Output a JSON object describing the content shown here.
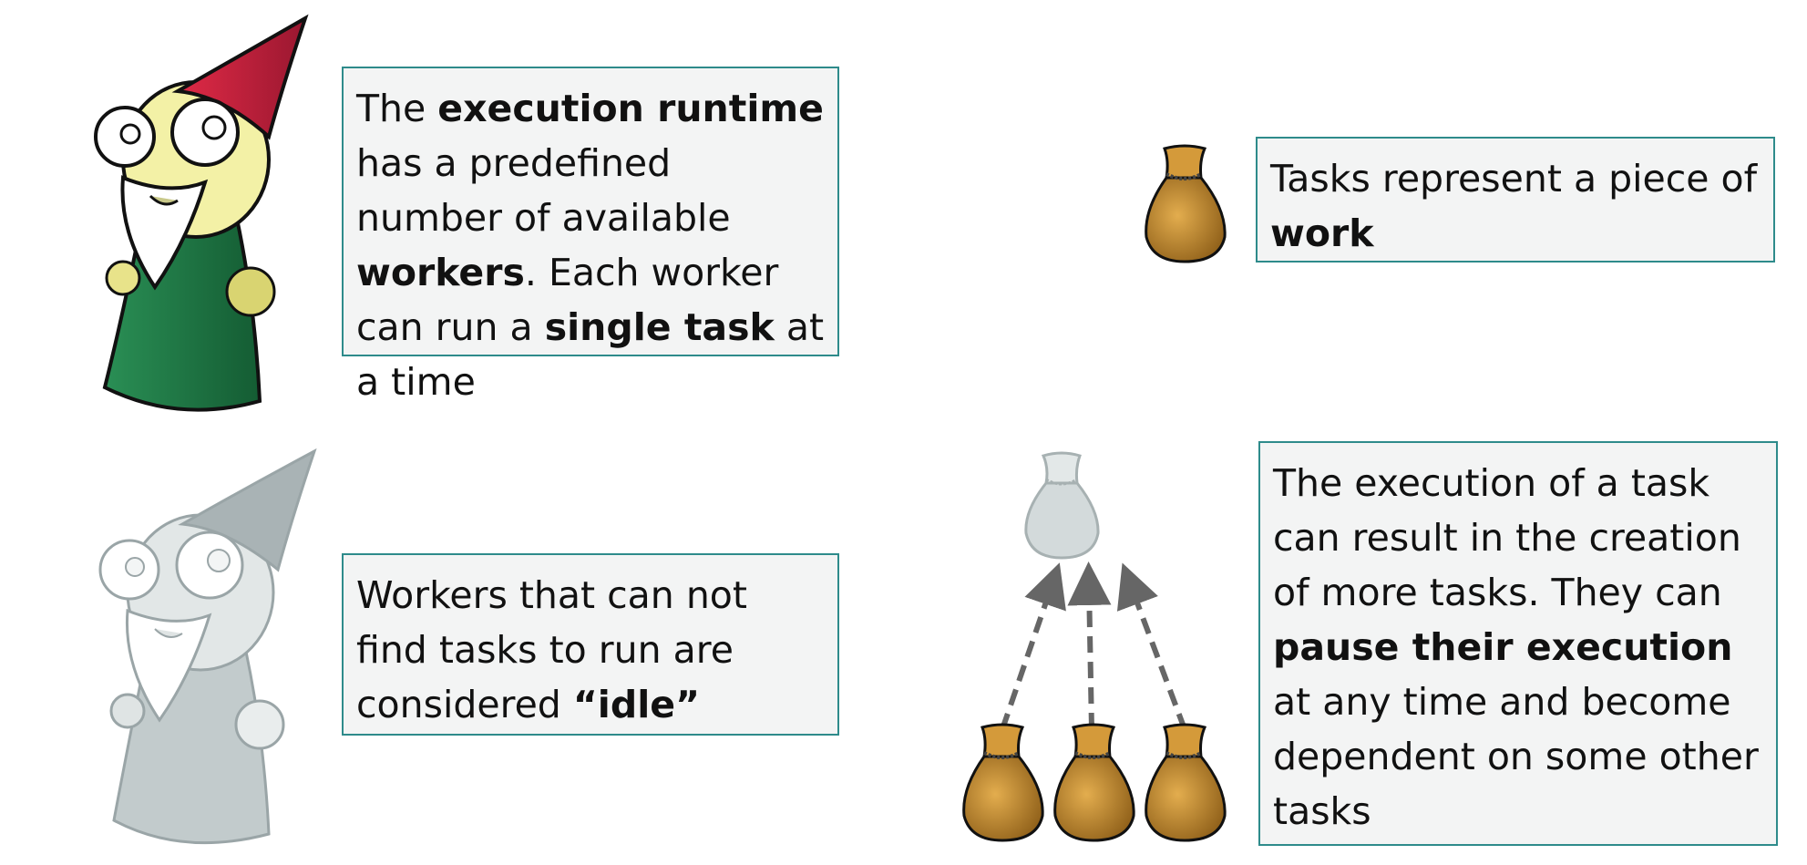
{
  "boxes": {
    "runtime": {
      "p1": "The ",
      "b1": "execution runtime",
      "p2": " has a predefined number of available ",
      "b2": "workers",
      "p3": ". Each worker can run a ",
      "b3": "single task",
      "p4": " at a time"
    },
    "tasks": {
      "p1": "Tasks represent a piece of ",
      "b1": "work"
    },
    "idle": {
      "p1": "Workers that can not find tasks to run are considered ",
      "b1": "“idle”"
    },
    "creation": {
      "p1": "The execution of a task can result in the creation of more tasks. They can ",
      "b1": "pause their execution",
      "p2": " at any time and become dependent on some other tasks"
    }
  },
  "colors": {
    "box_border": "#2e8b8b",
    "box_fill": "#f3f4f4",
    "gnome_hat": "#c8203a",
    "gnome_face": "#f3f1a6",
    "gnome_robe": "#1f7a45",
    "bag": "#c48a2c",
    "ghost": "#c9d0d1",
    "arrow": "#666666"
  },
  "icons": [
    "active-gnome-worker",
    "idle-gnome-worker",
    "task-bag",
    "parent-task-bag",
    "child-task-bag",
    "dependency-arrow"
  ]
}
